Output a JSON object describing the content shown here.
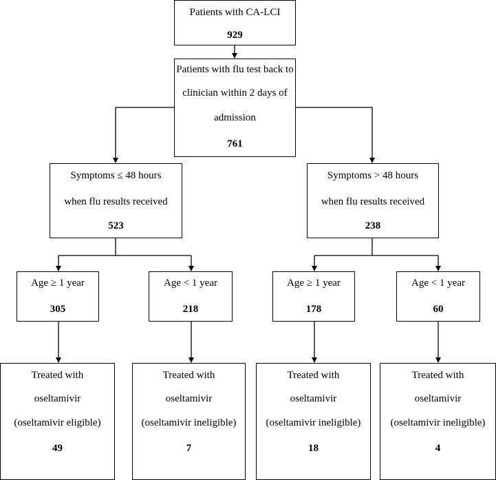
{
  "nodes": {
    "root": {
      "lines": [
        "Patients with CA-LCI"
      ],
      "count": "929"
    },
    "flu_test": {
      "lines": [
        "Patients with flu test back to",
        "clinician within 2 days of",
        "admission"
      ],
      "count": "761"
    },
    "sym_le48": {
      "lines": [
        "Symptoms ≤ 48 hours",
        "when flu results received"
      ],
      "count": "523"
    },
    "sym_gt48": {
      "lines": [
        "Symptoms > 48 hours",
        "when flu results received"
      ],
      "count": "238"
    },
    "le48_age_ge1": {
      "lines": [
        "Age ≥ 1 year"
      ],
      "count": "305"
    },
    "le48_age_lt1": {
      "lines": [
        "Age < 1 year"
      ],
      "count": "218"
    },
    "gt48_age_ge1": {
      "lines": [
        "Age ≥ 1 year"
      ],
      "count": "178"
    },
    "gt48_age_lt1": {
      "lines": [
        "Age < 1 year"
      ],
      "count": "60"
    },
    "treated_1": {
      "lines": [
        "Treated with",
        "oseltamivir",
        "(oseltamivir eligible)"
      ],
      "count": "49"
    },
    "treated_2": {
      "lines": [
        "Treated with",
        "oseltamivir",
        "(oseltamivir ineligible)"
      ],
      "count": "7"
    },
    "treated_3": {
      "lines": [
        "Treated with",
        "oseltamivir",
        "(oseltamivir ineligible)"
      ],
      "count": "18"
    },
    "treated_4": {
      "lines": [
        "Treated with",
        "oseltamivir",
        "(oseltamivir ineligible)"
      ],
      "count": "4"
    }
  }
}
